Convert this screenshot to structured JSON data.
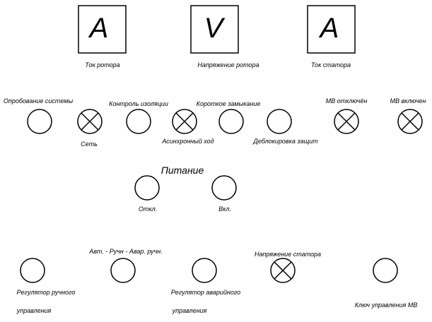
{
  "meters": {
    "rotor_current": {
      "symbol": "A",
      "label": "Ток ротора"
    },
    "rotor_voltage": {
      "symbol": "V",
      "label": "Напряжение ротора"
    },
    "stator_current": {
      "symbol": "A",
      "label": "Ток статора"
    }
  },
  "row1": {
    "system_test": "Опробование системы",
    "network": "Сеть",
    "insulation_control": "Контроль изоляции",
    "async_run": "Асинхронный ход",
    "short_circuit": "Короткое замыкание",
    "unlock_protection": "Деблокировка защит",
    "breaker_off": "МВ отключён",
    "breaker_on": "МВ включен"
  },
  "power": {
    "title": "Питание",
    "off": "Откл.",
    "on": "Вкл."
  },
  "row3": {
    "mode_switch": "Авт. - Ручн - Авар. ручн.",
    "stator_voltage": "Напряжение статора",
    "manual_reg_line1": "Регулятор ручного",
    "manual_reg_line2": "управления",
    "emergency_reg_line1": "Регулятор аварийного",
    "emergency_reg_line2": "управления",
    "breaker_key": "Ключ управления МВ"
  }
}
